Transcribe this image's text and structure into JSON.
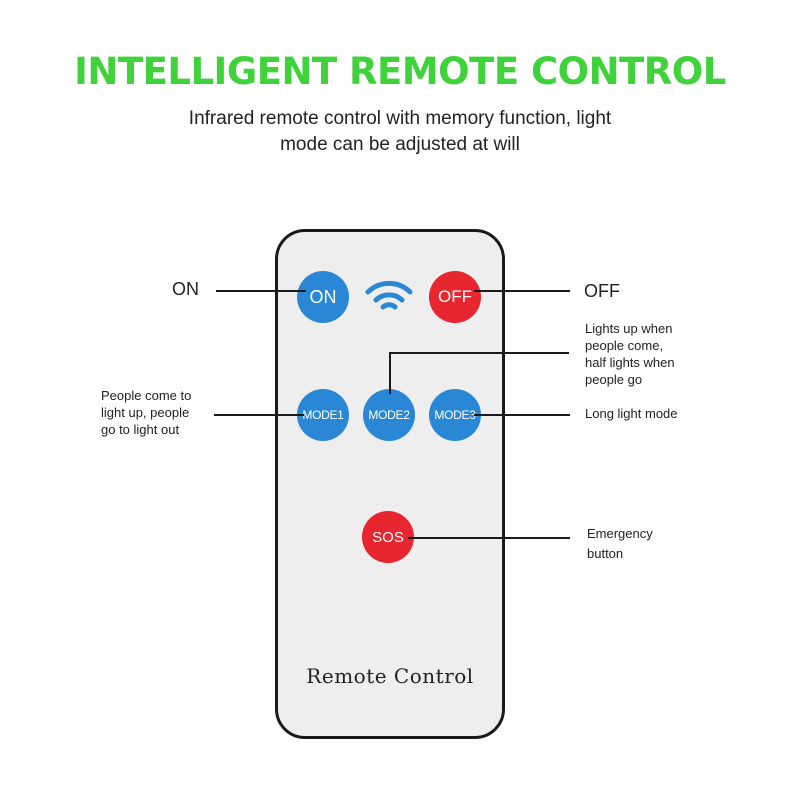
{
  "header": {
    "title": "INTELLIGENT REMOTE CONTROL",
    "subtitle_lines": [
      "Infrared remote control with memory function, light",
      "mode can be adjusted at will"
    ]
  },
  "remote": {
    "label": "Remote Control",
    "buttons": {
      "on": "ON",
      "off": "OFF",
      "mode1": "MODE1",
      "mode2": "MODE2",
      "mode3": "MODE3",
      "sos": "SOS"
    },
    "icons": {
      "signal": "wifi-signal-icon"
    }
  },
  "callouts": {
    "on": "ON",
    "off": "OFF",
    "mode2_lines": [
      "Lights up when",
      "people come,",
      "half lights when",
      "people go"
    ],
    "mode1_lines": [
      "People come to",
      "light up, people",
      "go to light out"
    ],
    "mode3": "Long light mode",
    "sos_lines": [
      "Emergency",
      "button"
    ]
  },
  "colors": {
    "title_green": "#3fd23a",
    "button_blue": "#2a87d6",
    "button_red": "#e8262f",
    "remote_body": "#eeeeee"
  }
}
